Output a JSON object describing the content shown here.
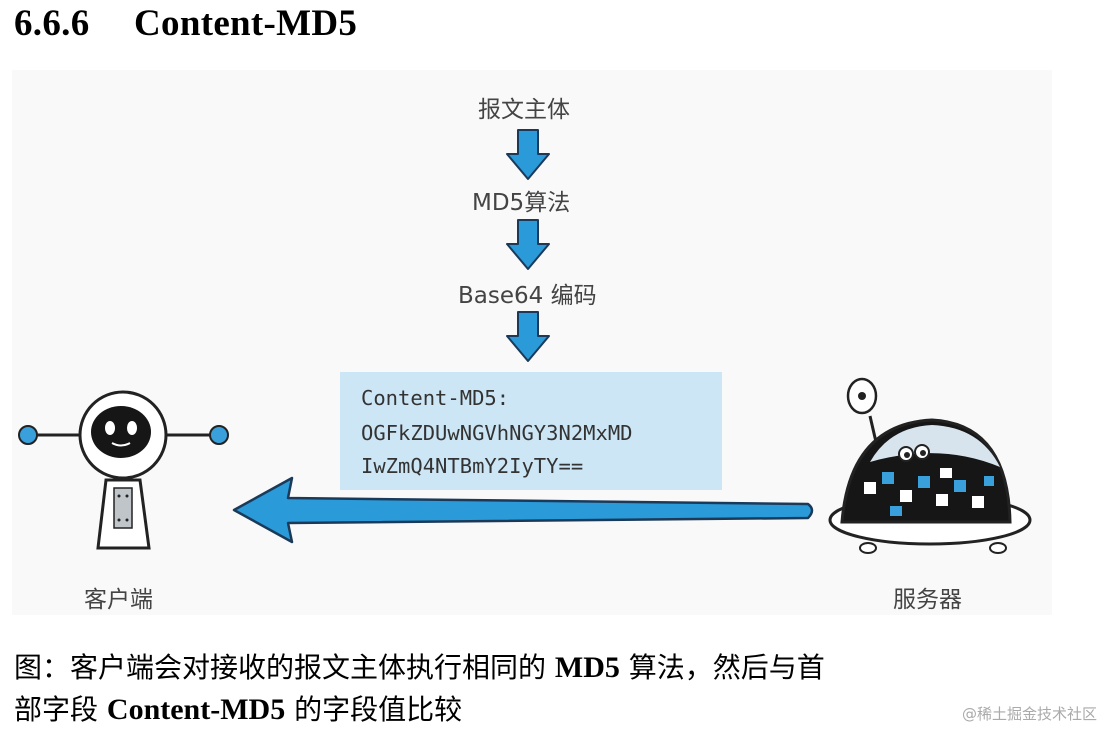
{
  "section": {
    "number": "6.6.6",
    "title": "Content-MD5"
  },
  "flow": {
    "step1": "报文主体",
    "step2": "MD5算法",
    "step3": "Base64 编码"
  },
  "header_box": {
    "line1": "Content-MD5:",
    "line2": "OGFkZDUwNGVhNGY3N2MxMD",
    "line3": "IwZmQ4NTBmY2IyTY=="
  },
  "client_label": "客户端",
  "server_label": "服务器",
  "caption": {
    "line1_a": "图：客户端会对接收的报文主体执行相同的 ",
    "line1_b": "MD5",
    "line1_c": " 算法，然后与首",
    "line2_a": "部字段 ",
    "line2_b": "Content-MD5",
    "line2_c": " 的字段值比较"
  },
  "watermark": "@稀土掘金技术社区",
  "colors": {
    "arrow": "#2a9ad8",
    "arrow_outline": "#1b3a5a",
    "box": "#cde6f5"
  }
}
